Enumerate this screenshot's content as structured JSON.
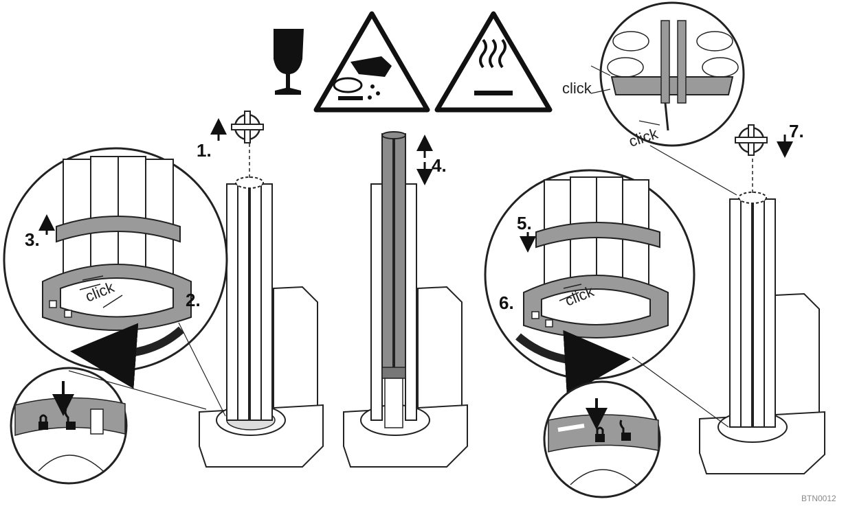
{
  "steps": {
    "s1": "1.",
    "s2": "2.",
    "s3": "3.",
    "s4": "4.",
    "s5": "5.",
    "s6": "6.",
    "s7": "7."
  },
  "click_labels": {
    "left_ring": "click",
    "right_ring": "click",
    "top_zoom_a": "click",
    "top_zoom_b": "click"
  },
  "drawing_code": "BTN0012",
  "warning_icons": [
    "fragile-glass-icon",
    "corrosive-hazard-icon",
    "hot-surface-icon"
  ],
  "colors": {
    "line": "#222222",
    "fill_grey": "#9a9a9a",
    "tube_grey": "#8c8c8c",
    "background": "#ffffff"
  }
}
